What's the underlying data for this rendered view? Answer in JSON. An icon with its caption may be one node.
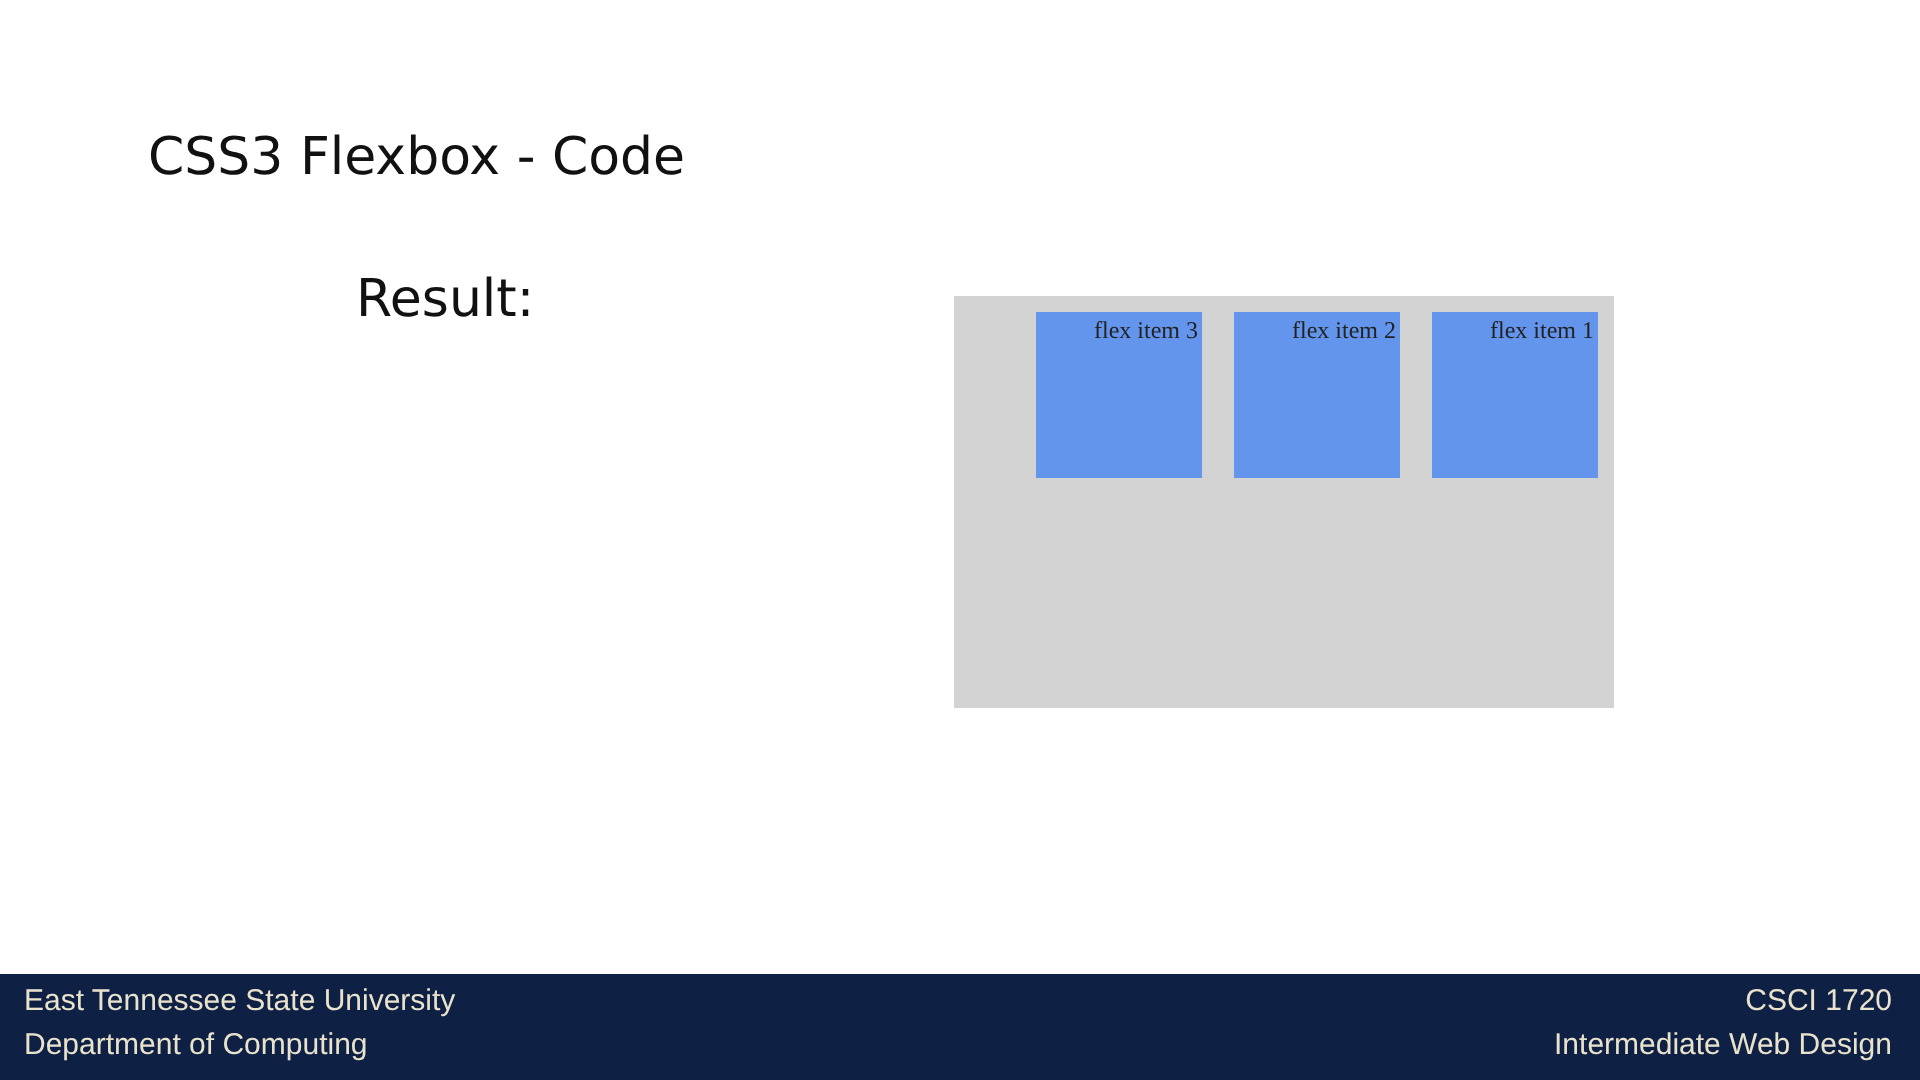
{
  "diagram": {
    "title": "CSS3 Flexbox - Code",
    "nodes": [
      {
        "text": [],
        "shape": "box"
      },
      {
        "text": [
          "flex item 3"
        ],
        "in": 0
      },
      {
        "text": [
          "flex item 2"
        ],
        "in": 0
      },
      {
        "text": [
          "flex item 1"
        ],
        "in": 0
      }
    ],
    "labels": [
      "Result:",
      "East Tennessee State University",
      "Department of Computing",
      "CSCI 1720",
      "Intermediate Web Design"
    ]
  }
}
